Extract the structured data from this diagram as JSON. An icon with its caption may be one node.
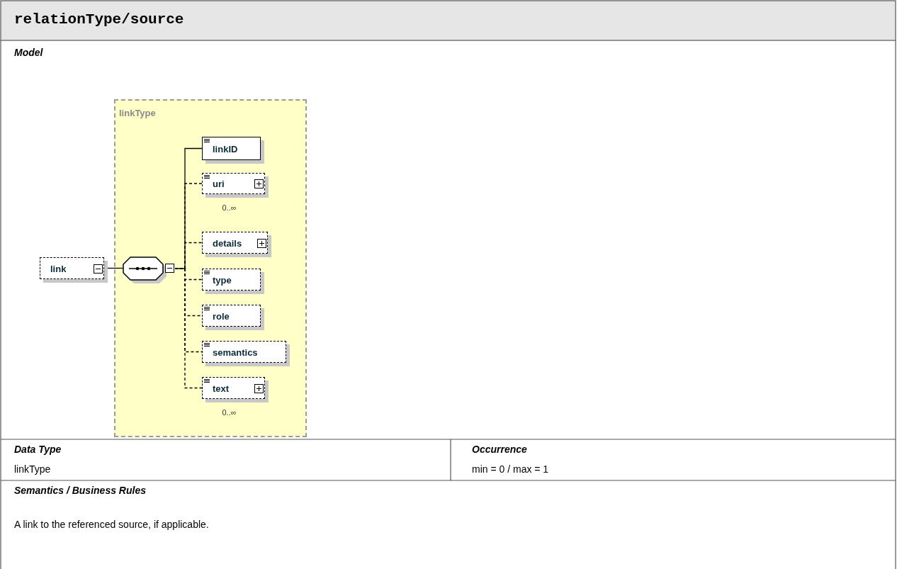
{
  "diagram": {
    "title": "relationType/source",
    "nodes": [
      {
        "text": [
          "linkType"
        ]
      },
      {
        "text": [
          "link"
        ]
      },
      {
        "text": [],
        "shape": "octagon",
        "in": 0
      },
      {
        "text": [
          "linkID"
        ],
        "in": 0
      },
      {
        "text": [
          "uri"
        ],
        "in": 0,
        "beside": [
          "0..∞"
        ]
      },
      {
        "text": [
          "details"
        ],
        "in": 0
      },
      {
        "text": [
          "type"
        ],
        "in": 0
      },
      {
        "text": [
          "role"
        ],
        "in": 0
      },
      {
        "text": [
          "semantics"
        ],
        "in": 0
      },
      {
        "text": [
          "text"
        ],
        "in": 0,
        "beside": [
          "0..∞"
        ]
      }
    ],
    "edges": [
      {
        "from": 1,
        "to": 2,
        "arrow": "none"
      },
      {
        "from": 2,
        "to": 3,
        "arrow": "none"
      },
      {
        "from": 2,
        "to": 4,
        "arrow": "none",
        "style": "dashed"
      },
      {
        "from": 2,
        "to": 5,
        "arrow": "none",
        "style": "dashed"
      },
      {
        "from": 2,
        "to": 6,
        "arrow": "none",
        "style": "dashed"
      },
      {
        "from": 2,
        "to": 7,
        "arrow": "none",
        "style": "dashed"
      },
      {
        "from": 2,
        "to": 8,
        "arrow": "none",
        "style": "dashed"
      },
      {
        "from": 2,
        "to": 9,
        "arrow": "none",
        "style": "dashed"
      }
    ],
    "labels": [
      "Model",
      "Data Type",
      "Occurrence",
      "linkType",
      "min = 0 / max = 1",
      "Semantics / Business Rules",
      "A link to the referenced source, if applicable."
    ]
  }
}
